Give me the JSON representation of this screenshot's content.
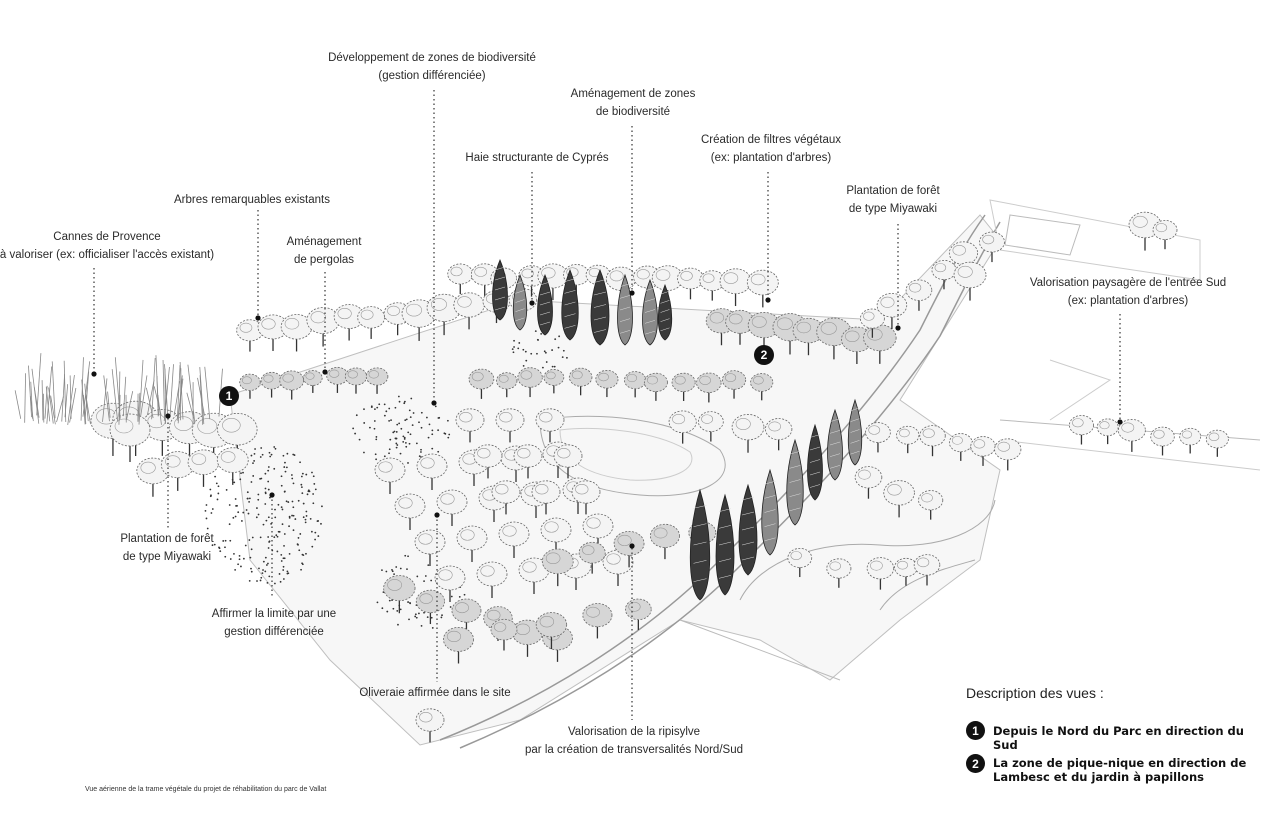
{
  "labels": {
    "biodiv_diff": [
      "Développement de zones de biodiversité",
      "(gestion différenciée)"
    ],
    "biodiv_zones": [
      "Aménagement de zones",
      "de biodiversité"
    ],
    "filtres": [
      "Création de filtres végétaux",
      "(ex: plantation d'arbres)"
    ],
    "haie": [
      "Haie structurante de Cyprés"
    ],
    "miyawaki_right": [
      "Plantation de forêt",
      "de type Miyawaki"
    ],
    "arbres_remarquables": [
      "Arbres remarquables existants"
    ],
    "pergolas": [
      "Aménagement",
      "de pergolas"
    ],
    "cannes": [
      "Cannes de Provence",
      "à valoriser (ex: officialiser l'accès existant)"
    ],
    "entree_sud": [
      "Valorisation paysagère de l'entrée Sud",
      "(ex: plantation d'arbres)"
    ],
    "miyawaki_left": [
      "Plantation de forêt",
      "de type Miyawaki"
    ],
    "limite": [
      "Affirmer la limite par une",
      "gestion différenciée"
    ],
    "oliveraie": [
      "Oliveraie affirmée dans le site"
    ],
    "ripisylve": [
      "Valorisation de la ripisylve",
      "par la création de transversalités Nord/Sud"
    ]
  },
  "markers": [
    "1",
    "2"
  ],
  "legend": {
    "title": "Description des vues :",
    "items": [
      {
        "num": "1",
        "text": "Depuis le Nord du Parc en direction du Sud"
      },
      {
        "num": "2",
        "text": "La zone de pique-nique en direction de Lambesc et du jardin à papillons"
      }
    ]
  },
  "caption": "Vue aérienne de la trame végétale du projet de réhabilitation du parc de Vallat"
}
